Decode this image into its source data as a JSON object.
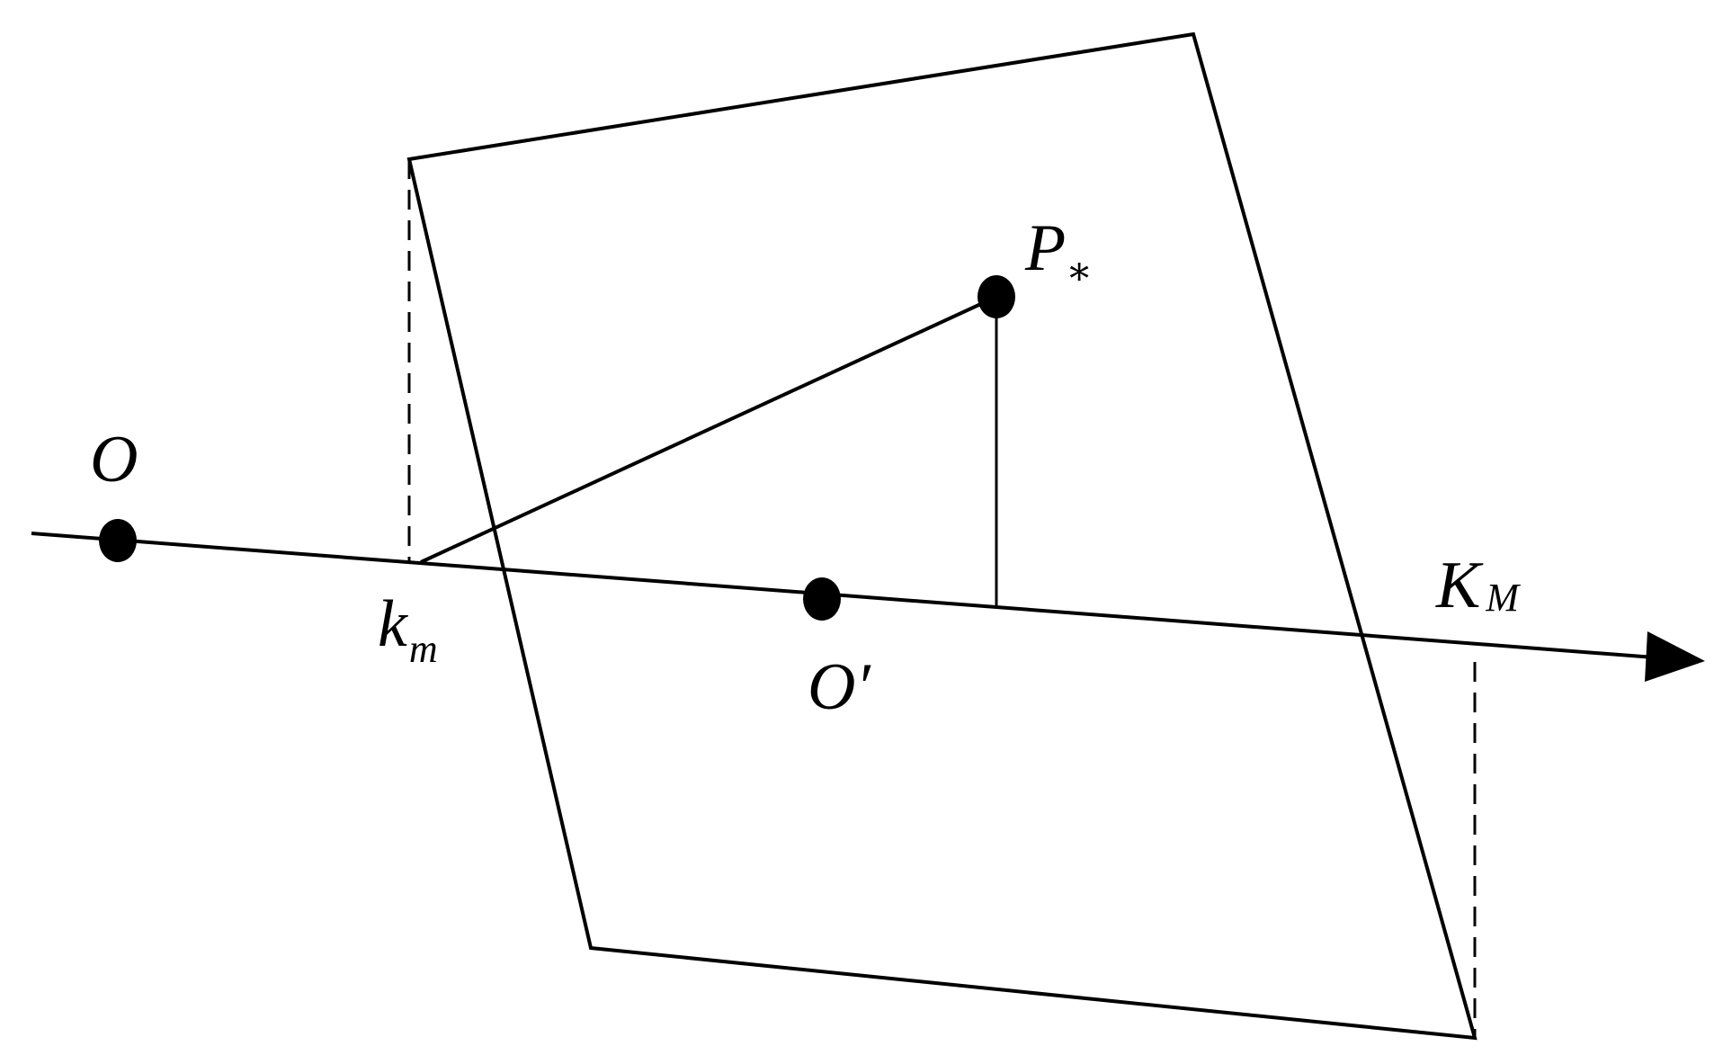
{
  "labels": {
    "origin": "O",
    "center": "O′",
    "point_main": "P",
    "point_sub": "∗",
    "lower_main": "k",
    "lower_sub": "m",
    "upper_main": "K",
    "upper_sub": "M"
  },
  "colors": {
    "stroke": "#000000",
    "background": "#ffffff"
  }
}
